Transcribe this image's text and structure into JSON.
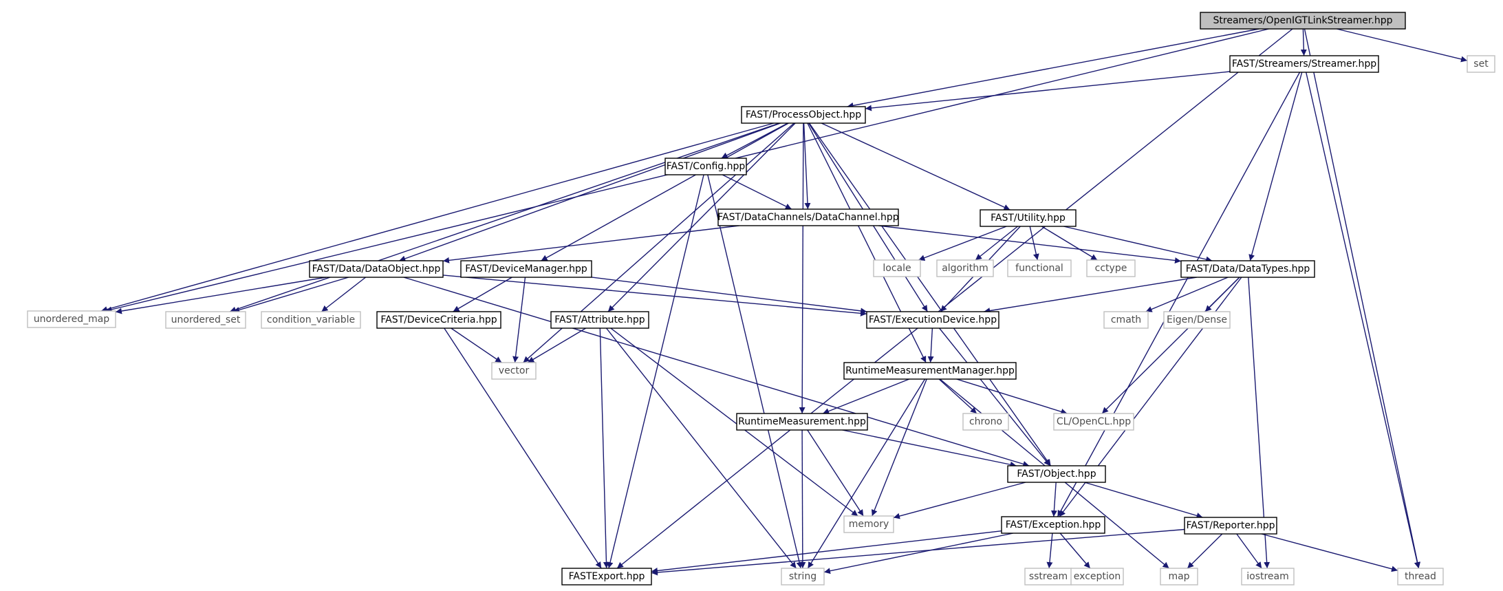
{
  "nodes": [
    {
      "id": "root",
      "label": "Streamers/OpenIGTLinkStreamer.hpp",
      "kind": "header"
    },
    {
      "id": "streamer",
      "label": "FAST/Streamers/Streamer.hpp",
      "kind": "std"
    },
    {
      "id": "set",
      "label": "set",
      "kind": "sys"
    },
    {
      "id": "processobject",
      "label": "FAST/ProcessObject.hpp",
      "kind": "std"
    },
    {
      "id": "config",
      "label": "FAST/Config.hpp",
      "kind": "std"
    },
    {
      "id": "datachannel",
      "label": "FAST/DataChannels/DataChannel.hpp",
      "kind": "std"
    },
    {
      "id": "utility",
      "label": "FAST/Utility.hpp",
      "kind": "std"
    },
    {
      "id": "dataobject",
      "label": "FAST/Data/DataObject.hpp",
      "kind": "std"
    },
    {
      "id": "devicemanager",
      "label": "FAST/DeviceManager.hpp",
      "kind": "std"
    },
    {
      "id": "locale",
      "label": "locale",
      "kind": "sys"
    },
    {
      "id": "algorithm",
      "label": "algorithm",
      "kind": "sys"
    },
    {
      "id": "functional",
      "label": "functional",
      "kind": "sys"
    },
    {
      "id": "cctype",
      "label": "cctype",
      "kind": "sys"
    },
    {
      "id": "datatypes",
      "label": "FAST/Data/DataTypes.hpp",
      "kind": "std"
    },
    {
      "id": "unordered_map",
      "label": "unordered_map",
      "kind": "sys"
    },
    {
      "id": "unordered_set",
      "label": "unordered_set",
      "kind": "sys"
    },
    {
      "id": "condvar",
      "label": "condition_variable",
      "kind": "sys"
    },
    {
      "id": "devicecriteria",
      "label": "FAST/DeviceCriteria.hpp",
      "kind": "std"
    },
    {
      "id": "attribute",
      "label": "FAST/Attribute.hpp",
      "kind": "std"
    },
    {
      "id": "execdevice",
      "label": "FAST/ExecutionDevice.hpp",
      "kind": "std"
    },
    {
      "id": "cmath",
      "label": "cmath",
      "kind": "sys"
    },
    {
      "id": "eigen",
      "label": "Eigen/Dense",
      "kind": "sys"
    },
    {
      "id": "vector",
      "label": "vector",
      "kind": "sys"
    },
    {
      "id": "rtmm",
      "label": "RuntimeMeasurementManager.hpp",
      "kind": "std"
    },
    {
      "id": "rtm",
      "label": "RuntimeMeasurement.hpp",
      "kind": "std"
    },
    {
      "id": "chrono",
      "label": "chrono",
      "kind": "sys"
    },
    {
      "id": "opencl",
      "label": "CL/OpenCL.hpp",
      "kind": "sys"
    },
    {
      "id": "object",
      "label": "FAST/Object.hpp",
      "kind": "std"
    },
    {
      "id": "memory",
      "label": "memory",
      "kind": "sys"
    },
    {
      "id": "exception_h",
      "label": "FAST/Exception.hpp",
      "kind": "std"
    },
    {
      "id": "reporter",
      "label": "FAST/Reporter.hpp",
      "kind": "std"
    },
    {
      "id": "fastexport",
      "label": "FASTExport.hpp",
      "kind": "std"
    },
    {
      "id": "string",
      "label": "string",
      "kind": "sys"
    },
    {
      "id": "sstream",
      "label": "sstream",
      "kind": "sys"
    },
    {
      "id": "exception",
      "label": "exception",
      "kind": "sys"
    },
    {
      "id": "map",
      "label": "map",
      "kind": "sys"
    },
    {
      "id": "iostream",
      "label": "iostream",
      "kind": "sys"
    },
    {
      "id": "thread",
      "label": "thread",
      "kind": "sys"
    }
  ],
  "edges": [
    [
      "root",
      "streamer"
    ],
    [
      "root",
      "set"
    ],
    [
      "root",
      "processobject"
    ],
    [
      "root",
      "unordered_map"
    ],
    [
      "root",
      "thread"
    ],
    [
      "root",
      "fastexport"
    ],
    [
      "streamer",
      "processobject"
    ],
    [
      "streamer",
      "datatypes"
    ],
    [
      "streamer",
      "exception_h"
    ],
    [
      "streamer",
      "thread"
    ],
    [
      "processobject",
      "config"
    ],
    [
      "processobject",
      "datachannel"
    ],
    [
      "processobject",
      "utility"
    ],
    [
      "processobject",
      "dataobject"
    ],
    [
      "processobject",
      "devicemanager"
    ],
    [
      "processobject",
      "attribute"
    ],
    [
      "processobject",
      "unordered_map"
    ],
    [
      "processobject",
      "unordered_set"
    ],
    [
      "processobject",
      "vector"
    ],
    [
      "processobject",
      "execdevice"
    ],
    [
      "processobject",
      "rtm"
    ],
    [
      "processobject",
      "rtmm"
    ],
    [
      "processobject",
      "object"
    ],
    [
      "config",
      "datachannel"
    ],
    [
      "config",
      "fastexport"
    ],
    [
      "config",
      "string"
    ],
    [
      "datachannel",
      "dataobject"
    ],
    [
      "datachannel",
      "datatypes"
    ],
    [
      "utility",
      "locale"
    ],
    [
      "utility",
      "algorithm"
    ],
    [
      "utility",
      "functional"
    ],
    [
      "utility",
      "cctype"
    ],
    [
      "utility",
      "datatypes"
    ],
    [
      "utility",
      "execdevice"
    ],
    [
      "dataobject",
      "unordered_map"
    ],
    [
      "dataobject",
      "unordered_set"
    ],
    [
      "dataobject",
      "condvar"
    ],
    [
      "dataobject",
      "execdevice"
    ],
    [
      "dataobject",
      "object"
    ],
    [
      "devicemanager",
      "devicecriteria"
    ],
    [
      "devicemanager",
      "vector"
    ],
    [
      "devicemanager",
      "execdevice"
    ],
    [
      "devicecriteria",
      "vector"
    ],
    [
      "devicecriteria",
      "fastexport"
    ],
    [
      "attribute",
      "vector"
    ],
    [
      "attribute",
      "fastexport"
    ],
    [
      "attribute",
      "string"
    ],
    [
      "attribute",
      "memory"
    ],
    [
      "datatypes",
      "execdevice"
    ],
    [
      "datatypes",
      "cmath"
    ],
    [
      "datatypes",
      "eigen"
    ],
    [
      "datatypes",
      "opencl"
    ],
    [
      "datatypes",
      "exception_h"
    ],
    [
      "datatypes",
      "iostream"
    ],
    [
      "execdevice",
      "rtmm"
    ],
    [
      "execdevice",
      "object"
    ],
    [
      "rtmm",
      "rtm"
    ],
    [
      "rtmm",
      "chrono"
    ],
    [
      "rtmm",
      "opencl"
    ],
    [
      "rtmm",
      "memory"
    ],
    [
      "rtmm",
      "string"
    ],
    [
      "rtmm",
      "map"
    ],
    [
      "rtm",
      "object"
    ],
    [
      "rtm",
      "memory"
    ],
    [
      "rtm",
      "string"
    ],
    [
      "object",
      "memory"
    ],
    [
      "object",
      "exception_h"
    ],
    [
      "object",
      "reporter"
    ],
    [
      "exception_h",
      "fastexport"
    ],
    [
      "exception_h",
      "string"
    ],
    [
      "exception_h",
      "sstream"
    ],
    [
      "exception_h",
      "exception"
    ],
    [
      "reporter",
      "fastexport"
    ],
    [
      "reporter",
      "map"
    ],
    [
      "reporter",
      "iostream"
    ],
    [
      "reporter",
      "thread"
    ]
  ]
}
